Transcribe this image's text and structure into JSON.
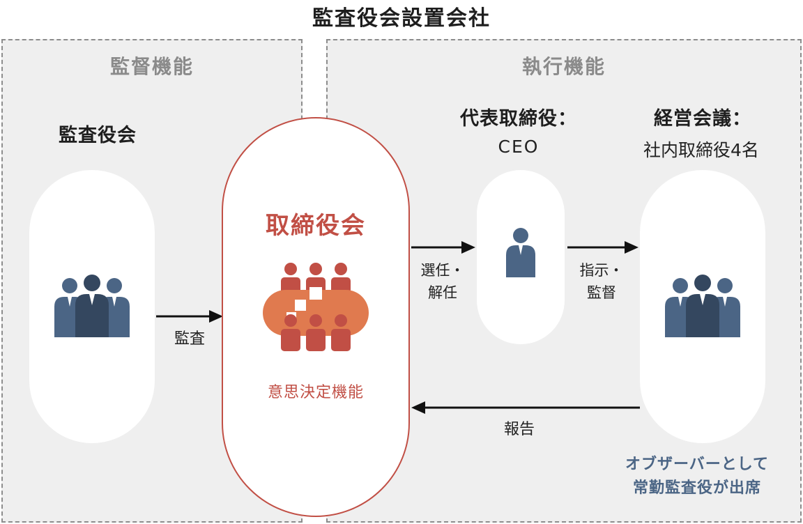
{
  "title": "監査役会設置会社",
  "supervision": {
    "heading": "監督機能",
    "body_label": "監査役会"
  },
  "execution": {
    "heading": "執行機能",
    "ceo_label": "代表取締役：",
    "ceo_sub": "CEO",
    "mgmt_label": "経営会議：",
    "mgmt_sub": "社内取締役4名"
  },
  "board": {
    "title": "取締役会",
    "subtitle": "意思決定機能"
  },
  "arrows": {
    "audit": "監査",
    "appoint_line1": "選任・",
    "appoint_line2": "解任",
    "instruct_line1": "指示・",
    "instruct_line2": "監督",
    "report": "報告"
  },
  "note": {
    "line1": "オブザーバーとして",
    "line2": "常勤監査役が出席"
  },
  "icons": {
    "people_group": "people-group-icon",
    "single_person": "person-icon",
    "meeting": "meeting-table-icon"
  },
  "colors": {
    "accent_red": "#c14f45",
    "meeting_orange": "#e07a4f",
    "person_blue": "#4b6585",
    "person_dark": "#34475f"
  }
}
